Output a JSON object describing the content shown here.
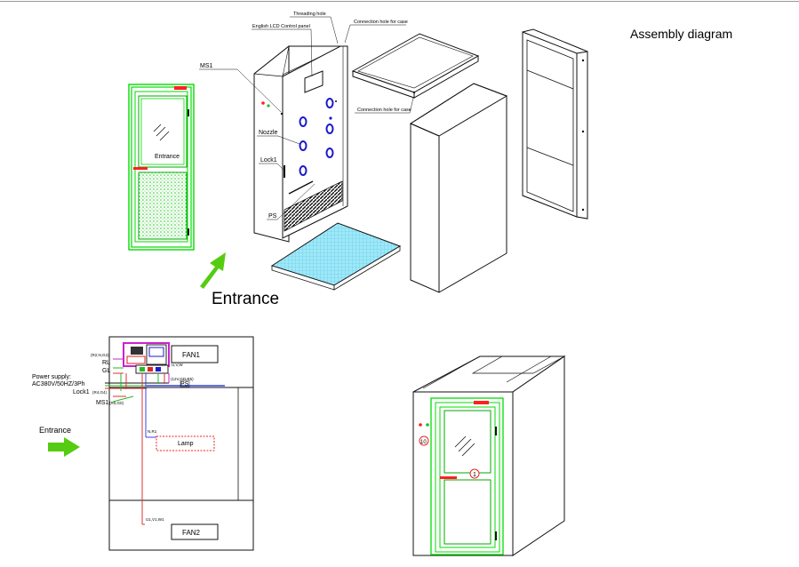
{
  "title": "Assembly   diagram",
  "top_view": {
    "callouts": {
      "threading_hole": "Threading hole",
      "lcd_panel": "English LCD Control panel",
      "connection_hole_top": "Connection hole for case",
      "connection_hole_side": "Connection hole for case",
      "ms1": "MS1",
      "nozzle": "Nozzle",
      "lock1": "Lock1",
      "ps": "PS"
    },
    "door_label": "Entrance",
    "entrance_label": "Entrance"
  },
  "wiring": {
    "power_supply_1": "Power supply:",
    "power_supply_2": "AC380V/50HZ/3Ph",
    "rl": "RL",
    "gl": "GL",
    "rl_gl_terminals": "(R2,N,G2)",
    "lock1": "Lock1",
    "lock1_terminals": "(R4,G4)",
    "ms1": "MS1",
    "ms1_terminals": "(R0,G0)",
    "fan1": "FAN1",
    "fan1_terminals": "U,V,W",
    "ps": "PS",
    "ps_terminals": "(12V,GD,R5)",
    "lamp_terminals": "N,R1",
    "lamp": "Lamp",
    "fan2_terminals": "U1,V1,W1",
    "fan2": "FAN2",
    "entrance": "Entrance"
  },
  "iso_view": {
    "marker_10": "10",
    "marker_1": "1"
  },
  "colors": {
    "door_green": "#00dd00",
    "handle_red": "#ff2020",
    "nozzle_blue": "#1a1acc",
    "floor_cyan": "#7fe3f7",
    "arrow_green": "#55cc11",
    "lamp_red": "#ee2222",
    "wire_red": "#dd3333",
    "wire_blue": "#3344dd",
    "wire_green": "#22bb22"
  }
}
